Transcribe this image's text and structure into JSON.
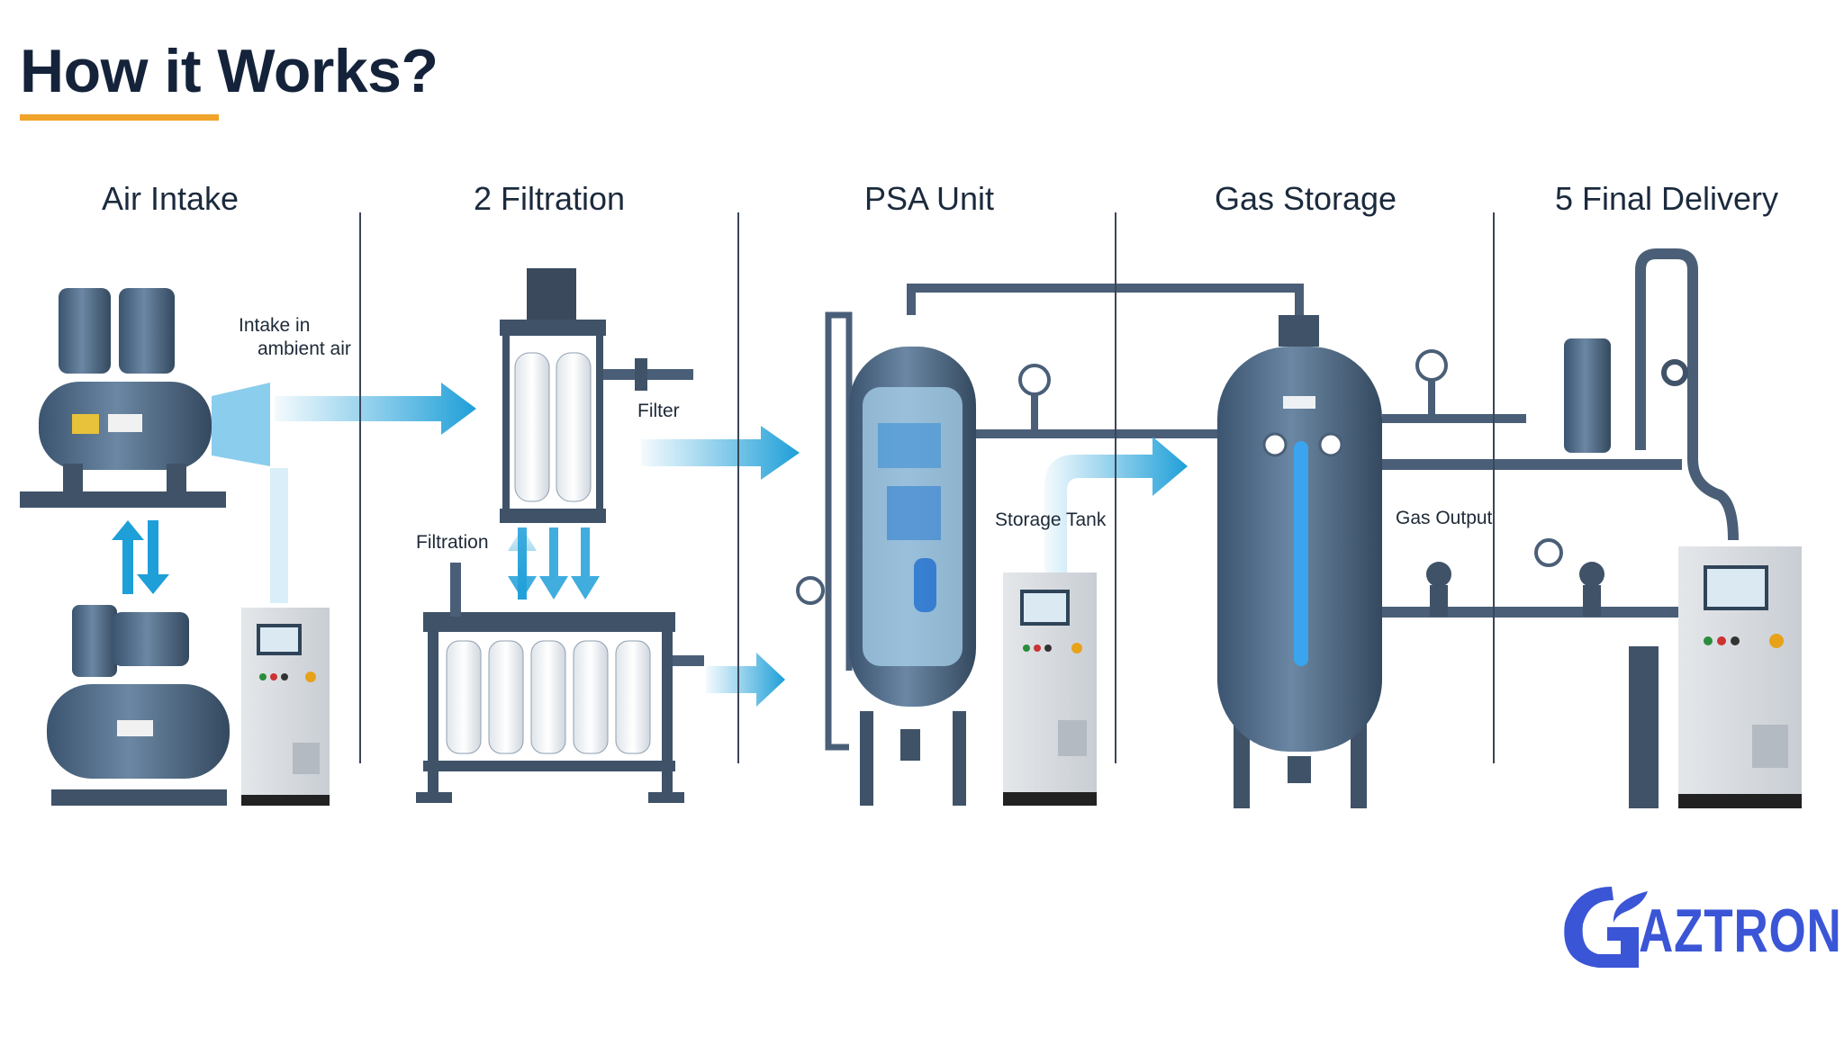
{
  "title": "How it Works?",
  "accent_color": "#f0a42a",
  "brand_color": "#3a55d6",
  "steps": [
    {
      "label": "Air Intake"
    },
    {
      "label": "2 Filtration"
    },
    {
      "label": "PSA Unit"
    },
    {
      "label": "Gas Storage"
    },
    {
      "label": "5 Final Delivery"
    }
  ],
  "annotations": {
    "intake_line1": "Intake in",
    "intake_line2": "ambient air",
    "filter": "Filter",
    "filtration": "Filtration",
    "storage_tank": "Storage Tank",
    "gas_output": "Gas Output"
  },
  "logo": {
    "text": "GAZTRON"
  }
}
